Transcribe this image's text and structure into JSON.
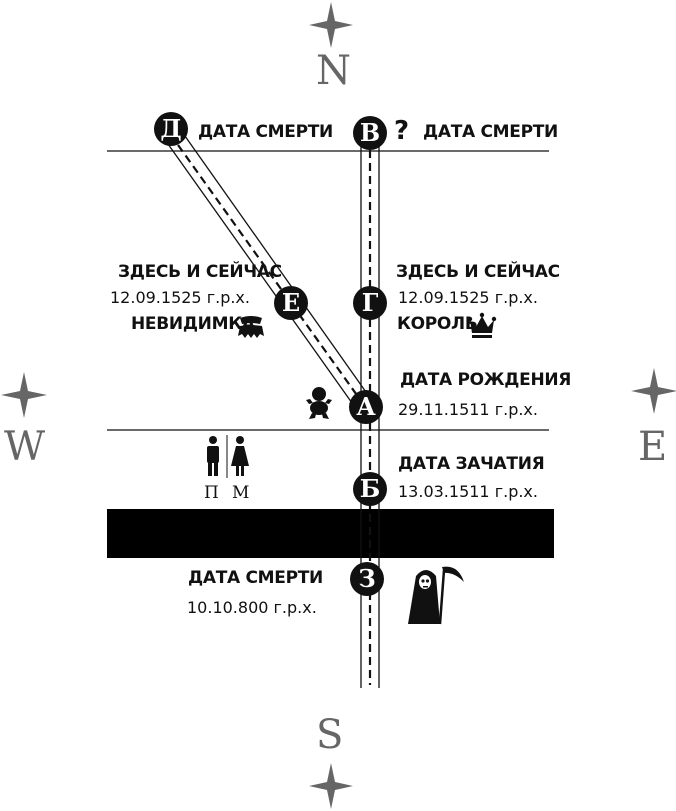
{
  "compass": {
    "n": "N",
    "s": "S",
    "w": "W",
    "e": "E"
  },
  "nodes": {
    "a": "А",
    "b": "Б",
    "v": "В",
    "g": "Г",
    "d": "Д",
    "e": "Е",
    "z": "З"
  },
  "labels": {
    "death_top_left": "ДАТА СМЕРТИ",
    "death_top_right": "ДАТА СМЕРТИ",
    "question_mark": "?",
    "here_now_left": "ЗДЕСЬ И СЕЙЧАС",
    "here_now_left_date": "12.09.1525 г.р.х.",
    "invisible": "НЕВИДИМКА",
    "here_now_right": "ЗДЕСЬ И СЕЙЧАС",
    "here_now_right_date": "12.09.1525 г.р.х.",
    "king": "КОРОЛЬ",
    "birth": "ДАТА РОЖДЕНИЯ",
    "birth_date": "29.11.1511 г.р.х.",
    "conception": "ДАТА ЗАЧАТИЯ",
    "conception_date": "13.03.1511 г.р.х.",
    "death_bottom": "ДАТА СМЕРТИ",
    "death_bottom_date": "10.10.800 г.р.х.",
    "p": "П",
    "m": "М"
  },
  "icons": [
    "compass-star-icon",
    "crown-icon",
    "invisibility-cloak-icon",
    "baby-icon",
    "man-icon",
    "woman-icon",
    "grim-reaper-icon"
  ]
}
